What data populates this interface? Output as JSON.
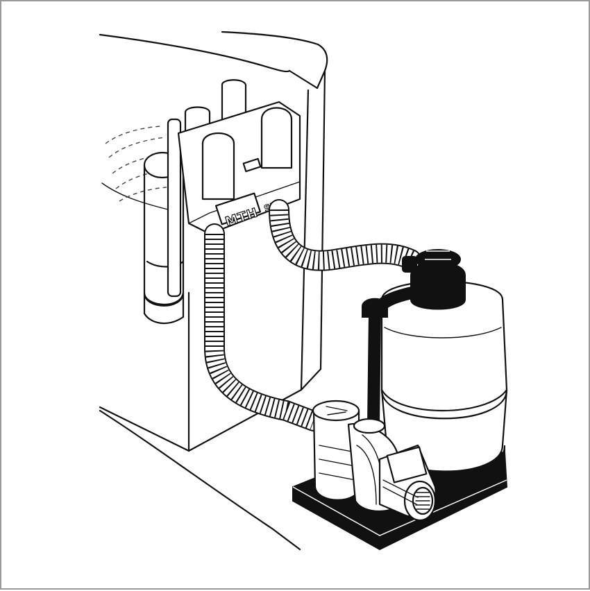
{
  "figure": {
    "brand_label": "MTH",
    "model_label": "SKS"
  },
  "colors": {
    "line": "#111111",
    "background": "#ffffff",
    "frame": "#9a9a9a"
  },
  "icons": [
    "pool-wall",
    "skimmer-return-unit",
    "suction-hose",
    "return-hose",
    "sand-filter-tank",
    "multiport-valve",
    "pump",
    "motor",
    "base-plate"
  ]
}
